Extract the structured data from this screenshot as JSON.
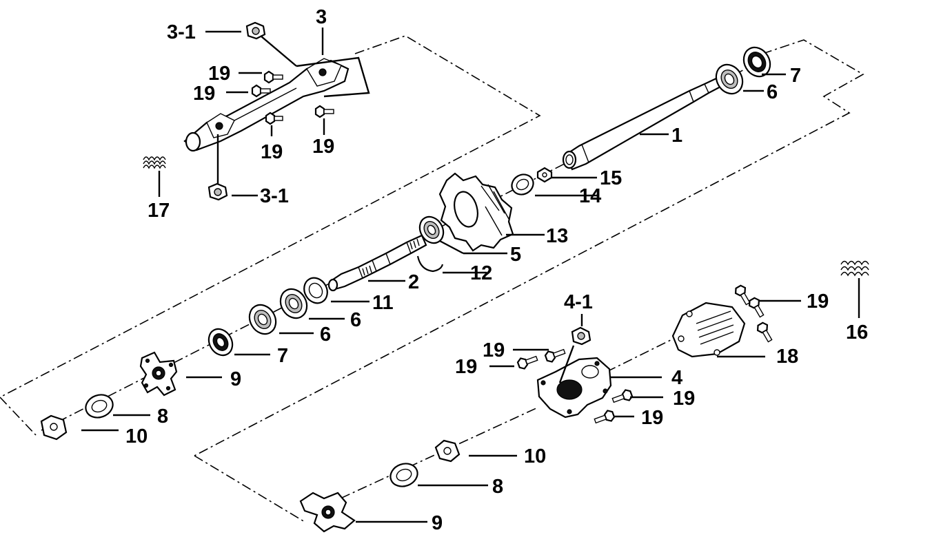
{
  "diagram": {
    "callouts": {
      "c1": "1",
      "c2": "2",
      "c3": "3",
      "c3_1_top": "3-1",
      "c3_1_bottom": "3-1",
      "c4": "4",
      "c4_1": "4-1",
      "c5": "5",
      "c6_right": "6",
      "c6_mid_a": "6",
      "c6_mid_b": "6",
      "c7_right": "7",
      "c7_left": "7",
      "c8_left": "8",
      "c8_bottom": "8",
      "c9_left": "9",
      "c9_bottom": "9",
      "c10_left": "10",
      "c10_bottom": "10",
      "c11": "11",
      "c12": "12",
      "c13": "13",
      "c14": "14",
      "c15": "15",
      "c16": "16",
      "c17": "17",
      "c18": "18",
      "c19_a": "19",
      "c19_b": "19",
      "c19_c": "19",
      "c19_d": "19",
      "c19_e": "19",
      "c19_f": "19",
      "c19_g": "19",
      "c19_h": "19",
      "c19_i": "19"
    }
  }
}
